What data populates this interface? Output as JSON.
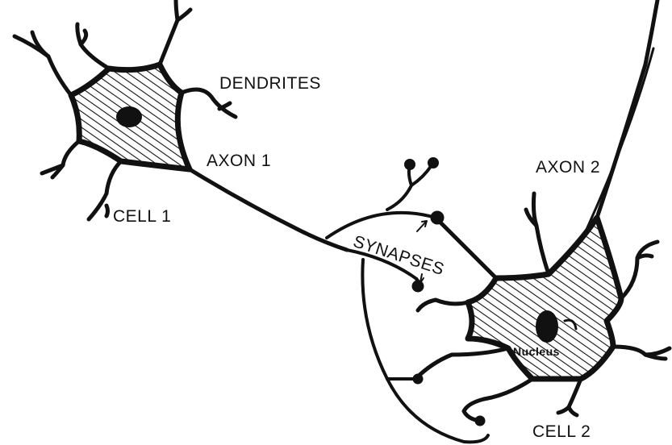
{
  "diagram": {
    "type": "neuron-connection-illustration",
    "colors": {
      "ink": "#111111",
      "background": "#ffffff"
    },
    "labels": {
      "dendrites": "DENDRITES",
      "axon1": "AXON 1",
      "cell1": "CELL 1",
      "axon2": "AXON 2",
      "synapses": "SYNAPSES",
      "nucleus": "Nucleus",
      "cell2": "CELL 2"
    },
    "nodes": [
      {
        "id": "cell1",
        "label": "CELL 1",
        "kind": "neuron"
      },
      {
        "id": "cell2",
        "label": "CELL 2",
        "kind": "neuron"
      }
    ],
    "edges": [
      {
        "from": "cell1",
        "to": "cell2",
        "via": "AXON 1",
        "terminates_at": "SYNAPSES"
      }
    ]
  }
}
